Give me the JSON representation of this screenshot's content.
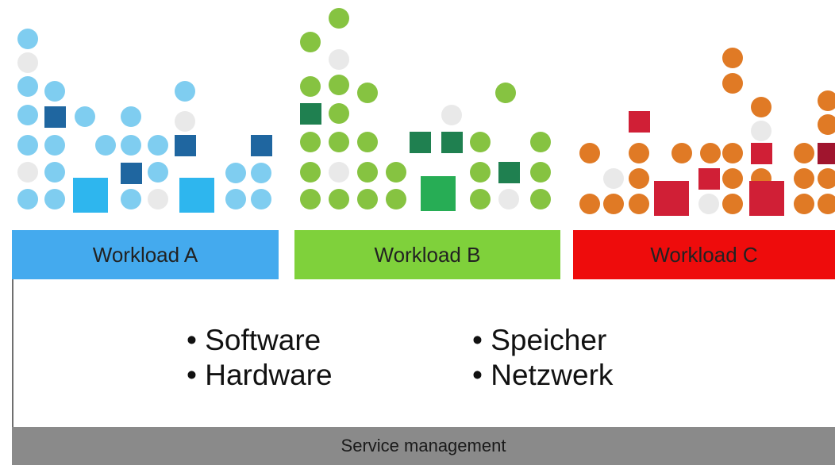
{
  "workloads": [
    {
      "label": "Workload A",
      "color": "#44aaee"
    },
    {
      "label": "Workload B",
      "color": "#7fd13b"
    },
    {
      "label": "Workload C",
      "color": "#ee0c0c"
    }
  ],
  "resources": {
    "left": [
      "• Software",
      "• Hardware"
    ],
    "right": [
      "• Speicher",
      "• Netzwerk"
    ]
  },
  "footer": {
    "label": "Service management",
    "color": "#8a8a8a"
  },
  "palette": {
    "a_circle": "#7fcdf0",
    "a_square_dark": "#1f66a0",
    "a_square_light": "#2eb6ee",
    "b_circle": "#86c341",
    "b_square_dark": "#1f8050",
    "b_square_light": "#27ad55",
    "c_circle": "#e07a25",
    "c_square_dark": "#d01f36",
    "c_square_darkest": "#a0152e",
    "idle": "#e9e9e9"
  }
}
